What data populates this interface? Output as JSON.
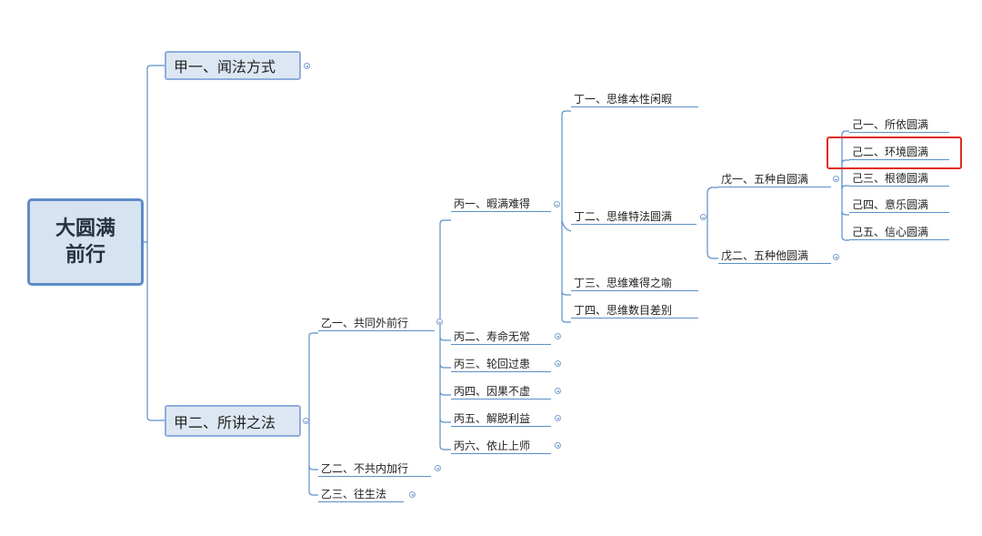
{
  "root": {
    "line1": "大圆满",
    "line2": "前行"
  },
  "jia": {
    "n1": "甲一、闻法方式",
    "n2": "甲二、所讲之法"
  },
  "yi": {
    "n1": "乙一、共同外前行",
    "n2": "乙二、不共内加行",
    "n3": "乙三、往生法"
  },
  "bing": {
    "n1": "丙一、暇满难得",
    "n2": "丙二、寿命无常",
    "n3": "丙三、轮回过患",
    "n4": "丙四、因果不虚",
    "n5": "丙五、解脱利益",
    "n6": "丙六、依止上师"
  },
  "ding": {
    "n1": "丁一、思维本性闲暇",
    "n2": "丁二、思维特法圆满",
    "n3": "丁三、思维难得之喻",
    "n4": "丁四、思维数目差别"
  },
  "wu": {
    "n1": "戊一、五种自圆满",
    "n2": "戊二、五种他圆满"
  },
  "ji": {
    "n1": "己一、所依圆满",
    "n2": "己二、环境圆满",
    "n3": "己三、根德圆满",
    "n4": "己四、意乐圆满",
    "n5": "己五、信心圆满"
  },
  "colors": {
    "line": "#5b8fc7",
    "highlight": "#e02b20",
    "box_fill": "#dde7f3"
  },
  "selected_node": "己二、环境圆满"
}
